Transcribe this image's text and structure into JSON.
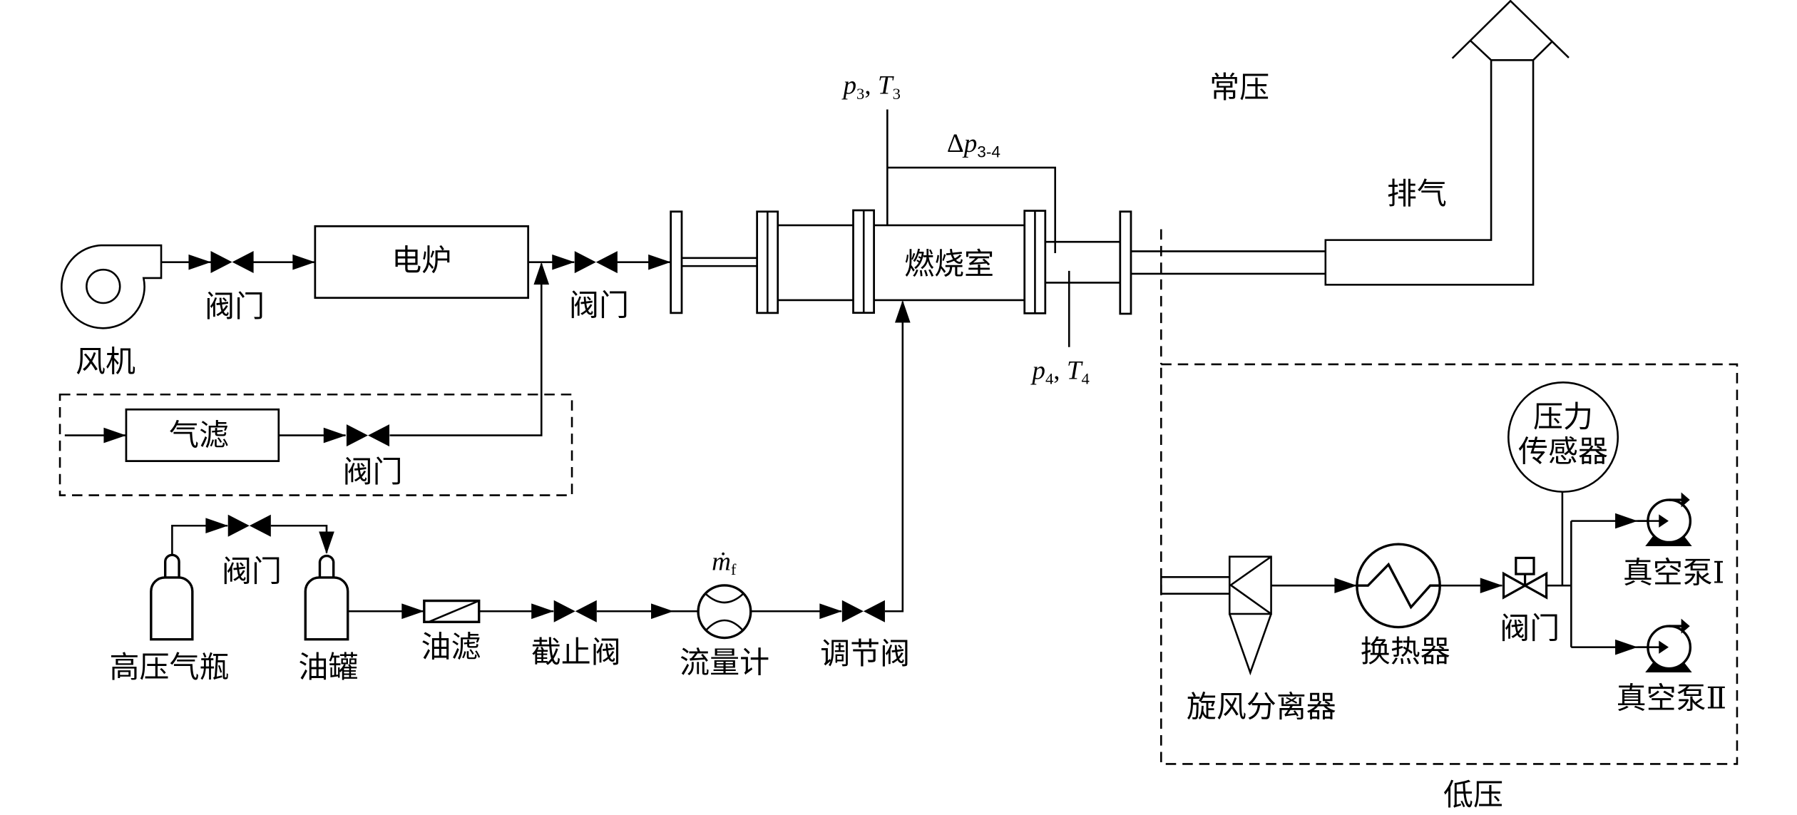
{
  "zones": {
    "atmospheric": "常压",
    "low_pressure": "低压"
  },
  "air_line": {
    "fan": "风机",
    "valve_1": "阀门",
    "electric_furnace": "电炉",
    "valve_2": "阀门"
  },
  "air_filter_branch": {
    "filter": "气滤",
    "valve": "阀门"
  },
  "fuel_line": {
    "gas_cylinder": "高压气瓶",
    "pressurizing_valve": "阀门",
    "oil_tank": "油罐",
    "oil_filter": "油滤",
    "shutoff_valve": "截止阀",
    "flowmeter": "流量计",
    "regulating_valve": "调节阀",
    "fuel_flow_symbol": {
      "base": "ṁ",
      "sub": "f"
    }
  },
  "combustor": {
    "label": "燃烧室"
  },
  "measurements": {
    "inlet": {
      "p": "p",
      "p_sub": "3",
      "sep": ", ",
      "T": "T",
      "T_sub": "3"
    },
    "outlet": {
      "p": "p",
      "p_sub": "4",
      "sep": ", ",
      "T": "T",
      "T_sub": "4"
    },
    "pressure_drop": {
      "delta": "Δ",
      "p": "p",
      "sub": "3-4"
    }
  },
  "exhaust": {
    "label": "排气"
  },
  "low_pressure_system": {
    "cyclone_separator": "旋风分离器",
    "heat_exchanger": "换热器",
    "valve": "阀门",
    "pressure_sensor": {
      "line1": "压力",
      "line2": "传感器"
    },
    "vacuum_pump_1": "真空泵Ⅰ",
    "vacuum_pump_2": "真空泵Ⅱ"
  },
  "colors": {
    "stroke": "#000000",
    "background": "#ffffff"
  }
}
